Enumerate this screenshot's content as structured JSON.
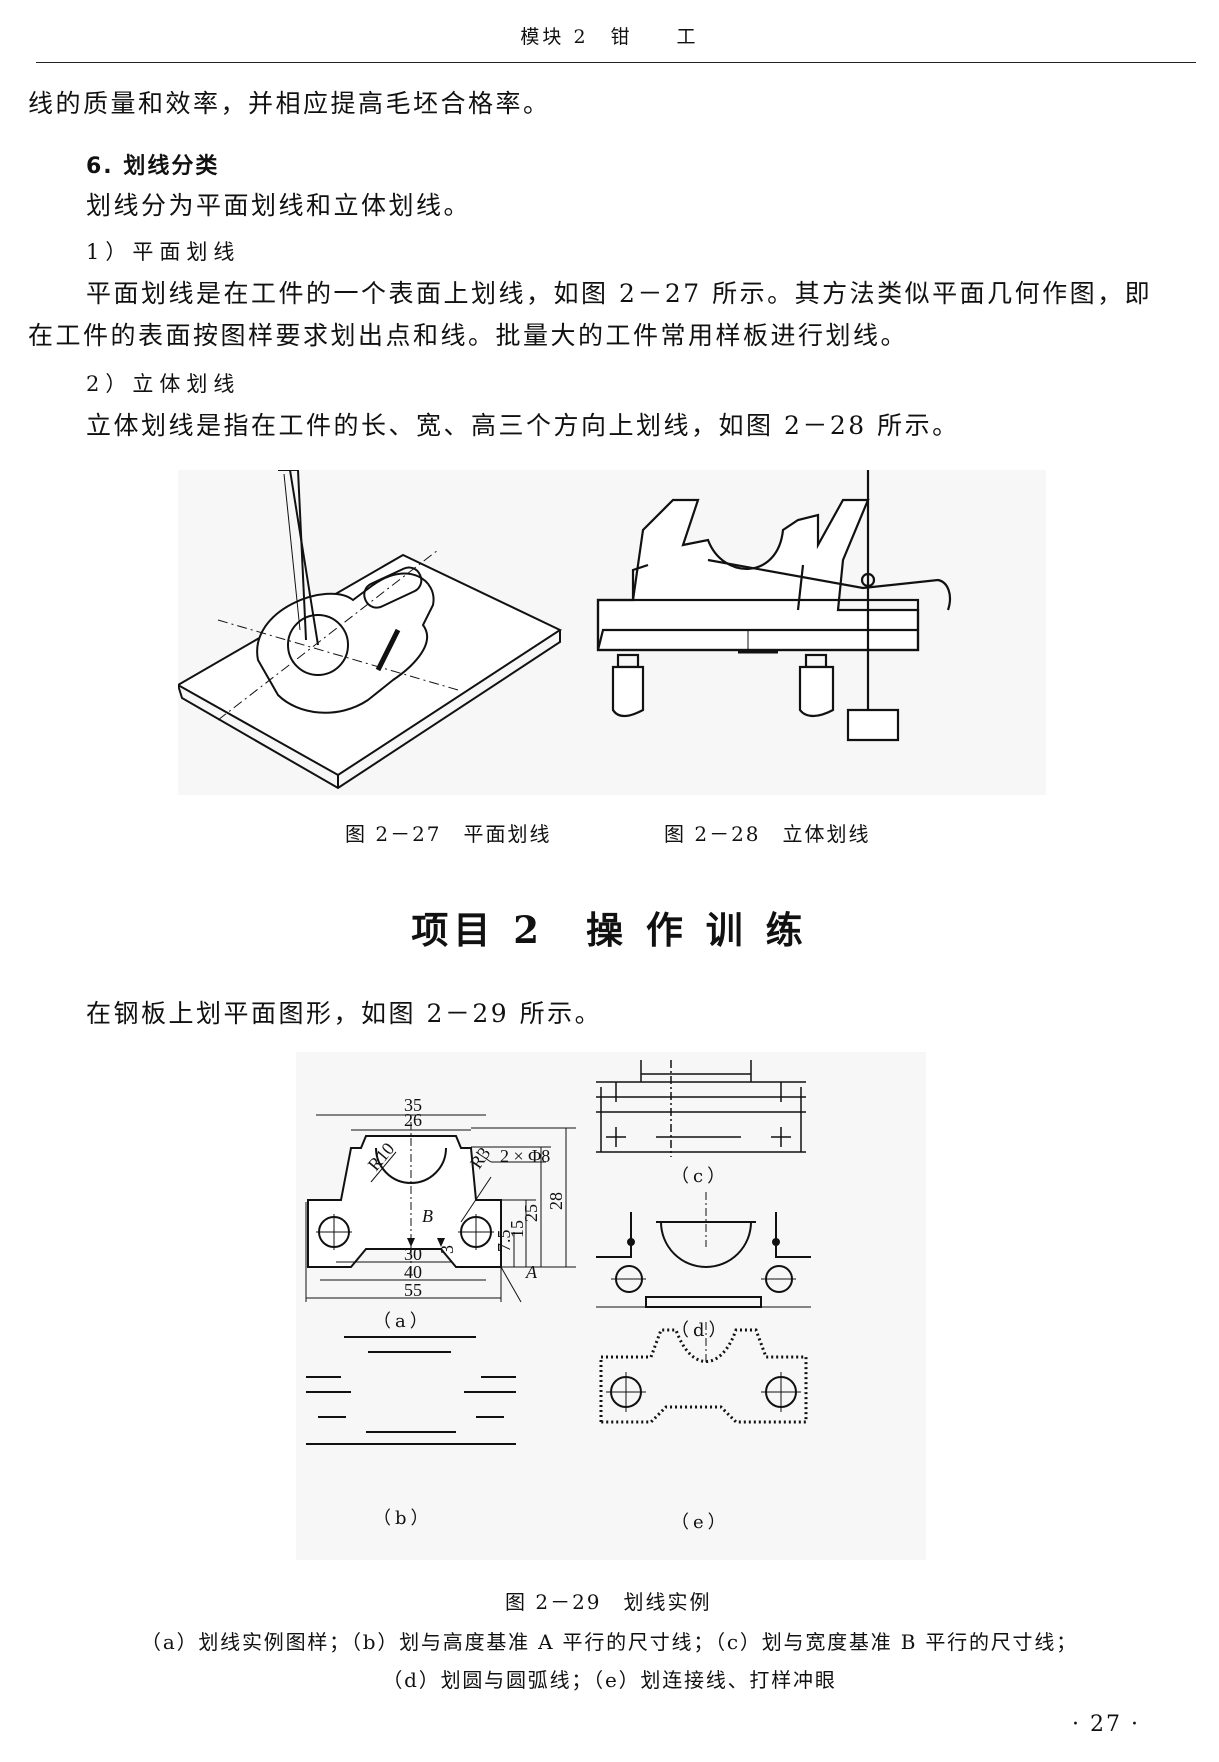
{
  "header": {
    "title": "模块 2　钳　　工"
  },
  "body": {
    "line_continued": "线的质量和效率，并相应提高毛坯合格率。",
    "section_title": "6. 划线分类",
    "intro": "划线分为平面划线和立体划线。",
    "sub1_title": "1）平面划线",
    "sub1_p1": "平面划线是在工件的一个表面上划线，如图 2－27 所示。其方法类似平面几何作图，即",
    "sub1_p2": "在工件的表面按图样要求划出点和线。批量大的工件常用样板进行划线。",
    "sub2_title": "2）立体划线",
    "sub2_p1": "立体划线是指在工件的长、宽、高三个方向上划线，如图 2－28 所示。"
  },
  "figures": {
    "fig27_caption": "图 2－27　平面划线",
    "fig28_caption": "图 2－28　立体划线"
  },
  "project": {
    "title": "项目 2　操 作 训 练"
  },
  "task": {
    "text": "在钢板上划平面图形，如图 2－29 所示。"
  },
  "fig29": {
    "dims": {
      "d35": "35",
      "d26": "26",
      "r10": "R10",
      "r3": "R3",
      "holes": "2 × Φ8",
      "d28": "28",
      "d25": "25",
      "d15": "15",
      "d7_5": "7.5",
      "d3": "3",
      "d30": "30",
      "d40": "40",
      "d55": "55",
      "b": "B",
      "a": "A"
    },
    "labels": {
      "a": "（a）",
      "b": "（b）",
      "c": "（c）",
      "d": "（d）",
      "e": "（e）"
    },
    "caption": "图 2－29　划线实例",
    "note_line1": "（a）划线实例图样；（b）划与高度基准 A 平行的尺寸线；（c）划与宽度基准 B 平行的尺寸线；",
    "note_line2": "（d）划圆与圆弧线；（e）划连接线、打样冲眼"
  },
  "footer": {
    "page_number": "· 27 ·"
  }
}
